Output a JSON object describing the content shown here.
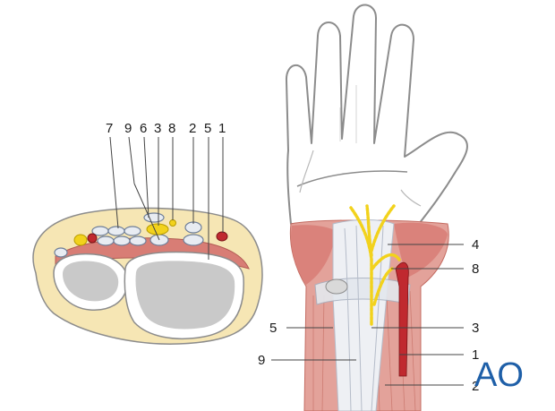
{
  "cross_section_labels": [
    "7",
    "9",
    "6",
    "3",
    "8",
    "2",
    "5",
    "1"
  ],
  "hand_labels": {
    "l4": "4",
    "l8": "8",
    "l5": "5",
    "l3": "3",
    "l9": "9",
    "l1": "1",
    "l2": "2"
  },
  "logo": {
    "text": "AO",
    "color": "#1e5fa8"
  },
  "colors": {
    "outline": "#8c8c8c",
    "fat": "#f6e6b4",
    "muscle": "#d87d75",
    "bone_fill": "#c9c9c9",
    "tendon": "#e8ecf2",
    "nerve": "#f2d21c",
    "artery": "#c0292f",
    "leader": "#444444"
  }
}
